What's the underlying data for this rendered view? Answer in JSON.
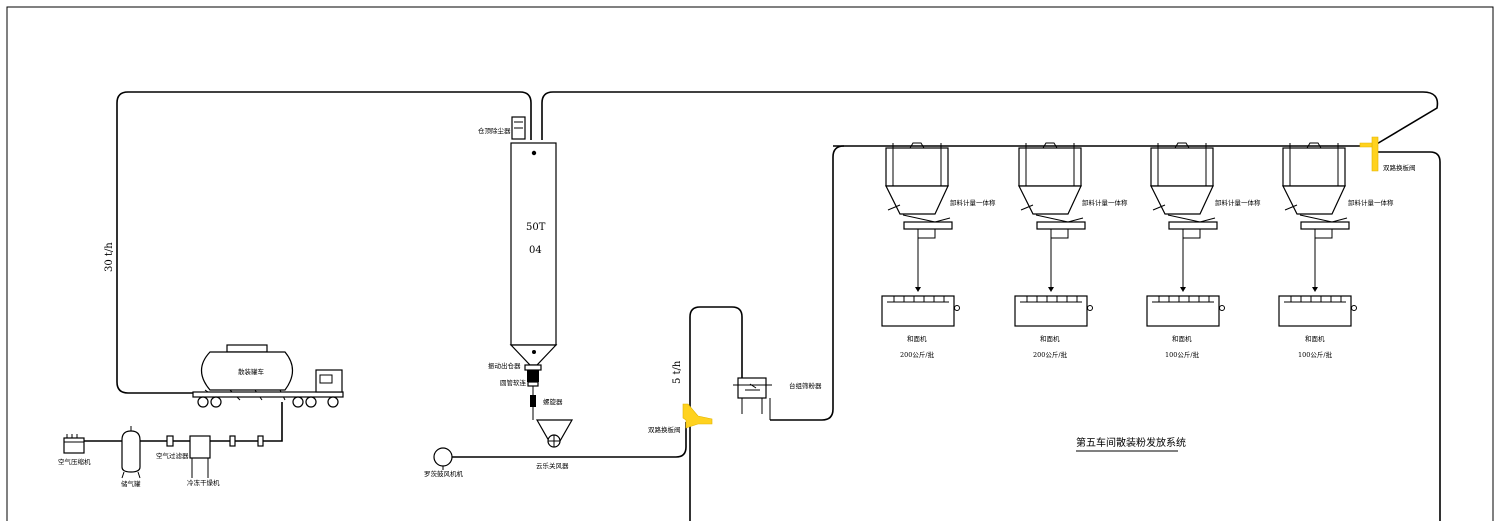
{
  "labels": {
    "flow_30": "30 t/h",
    "flow_5": "5 t/h",
    "silo_cap": "50T",
    "silo_no": "04",
    "silo_dust": "仓顶除尘器",
    "silo_vib": "振动出仓器",
    "round_valve": "圆管软连",
    "feeder": "螺旋器",
    "rotary_valve": "云乐关风器",
    "roots": "罗茨鼓风机机",
    "tanker": "散装罐车",
    "compressor": "空气压缩机",
    "air_tank": "储气罐",
    "air_filter": "空气过滤器",
    "dryer": "冷冻干燥机",
    "diverter_left": "双路换板阀",
    "diverter_right": "双路换板阀",
    "screen": "台组筛粉器",
    "scale_1": "卸料计量一体称",
    "scale_2": "卸料计量一体称",
    "scale_3": "卸料计量一体称",
    "scale_4": "卸料计量一体称",
    "mixer_1": "和面机",
    "mixer_2": "和面机",
    "mixer_3": "和面机",
    "mixer_4": "和面机",
    "mixer_cap_1": "200公斤/批",
    "mixer_cap_2": "200公斤/批",
    "mixer_cap_3": "100公斤/批",
    "mixer_cap_4": "100公斤/批",
    "system_title": "第五车间散装粉发放系统"
  },
  "colors": {
    "line": "#000000",
    "valve_highlight": "#ffd21f"
  }
}
